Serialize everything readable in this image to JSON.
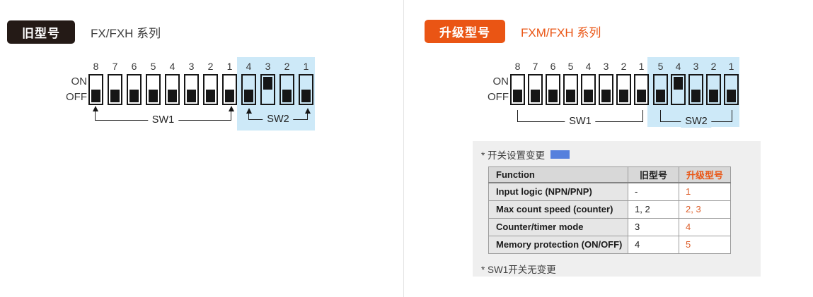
{
  "colors": {
    "accent_orange": "#ea5514",
    "badge_dark": "#241a16",
    "highlight_blue": "#cde9f8",
    "legend_swatch_blue": "#5580dd",
    "panel_gray": "#efefef",
    "table_value_orange": "#dd5f2b"
  },
  "left_panel": {
    "badge_label": "旧型号",
    "title": "FX/FXH 系列",
    "diagram": {
      "on_label": "ON",
      "off_label": "OFF",
      "sw1": {
        "label": "SW1",
        "numbers": [
          "8",
          "7",
          "6",
          "5",
          "4",
          "3",
          "2",
          "1"
        ],
        "states": [
          "off",
          "off",
          "off",
          "off",
          "off",
          "off",
          "off",
          "off"
        ]
      },
      "sw2": {
        "label": "SW2",
        "numbers": [
          "4",
          "3",
          "2",
          "1"
        ],
        "states": [
          "off",
          "on",
          "off",
          "off"
        ]
      }
    }
  },
  "right_panel": {
    "badge_label": "升级型号",
    "title": "FXM/FXH 系列",
    "diagram": {
      "on_label": "ON",
      "off_label": "OFF",
      "sw1": {
        "label": "SW1",
        "numbers": [
          "8",
          "7",
          "6",
          "5",
          "4",
          "3",
          "2",
          "1"
        ],
        "states": [
          "off",
          "off",
          "off",
          "off",
          "off",
          "off",
          "off",
          "off"
        ]
      },
      "sw2": {
        "label": "SW2",
        "numbers": [
          "5",
          "4",
          "3",
          "2",
          "1"
        ],
        "states": [
          "off",
          "on",
          "off",
          "off",
          "off"
        ]
      }
    },
    "notes": {
      "legend_text": "* 开关设置变更",
      "table": {
        "headers": [
          "Function",
          "旧型号",
          "升级型号"
        ],
        "rows": [
          {
            "function": "Input logic (NPN/PNP)",
            "old": "-",
            "new": "1"
          },
          {
            "function": "Max count speed (counter)",
            "old": "1, 2",
            "new": "2, 3"
          },
          {
            "function": "Counter/timer mode",
            "old": "3",
            "new": "4"
          },
          {
            "function": "Memory protection (ON/OFF)",
            "old": "4",
            "new": "5"
          }
        ]
      },
      "footnote": "* SW1开关无变更"
    }
  }
}
